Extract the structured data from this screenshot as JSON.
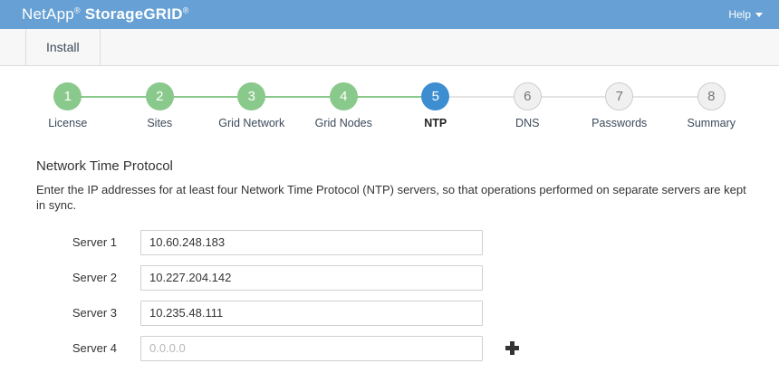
{
  "header": {
    "brand_company": "NetApp",
    "brand_product": "StorageGRID",
    "registered_mark": "®",
    "help_label": "Help",
    "help_icon": "chevron-down-icon",
    "background_color": "#66a0d4"
  },
  "tabs": [
    {
      "label": "Install",
      "active": true
    }
  ],
  "wizard": {
    "steps": [
      {
        "number": "1",
        "label": "License",
        "state": "done"
      },
      {
        "number": "2",
        "label": "Sites",
        "state": "done"
      },
      {
        "number": "3",
        "label": "Grid Network",
        "state": "done"
      },
      {
        "number": "4",
        "label": "Grid Nodes",
        "state": "done"
      },
      {
        "number": "5",
        "label": "NTP",
        "state": "active"
      },
      {
        "number": "6",
        "label": "DNS",
        "state": "todo"
      },
      {
        "number": "7",
        "label": "Passwords",
        "state": "todo"
      },
      {
        "number": "8",
        "label": "Summary",
        "state": "todo"
      }
    ],
    "colors": {
      "done": "#8ac98c",
      "active": "#3d8ed0",
      "todo": "#f0f0f0"
    }
  },
  "main": {
    "section_title": "Network Time Protocol",
    "section_description": "Enter the IP addresses for at least four Network Time Protocol (NTP) servers, so that operations performed on separate servers are kept in sync.",
    "servers": [
      {
        "label": "Server 1",
        "value": "10.60.248.183",
        "placeholder": "0.0.0.0"
      },
      {
        "label": "Server 2",
        "value": "10.227.204.142",
        "placeholder": "0.0.0.0"
      },
      {
        "label": "Server 3",
        "value": "10.235.48.111",
        "placeholder": "0.0.0.0"
      },
      {
        "label": "Server 4",
        "value": "",
        "placeholder": "0.0.0.0"
      }
    ],
    "add_server_icon": "plus-icon"
  }
}
